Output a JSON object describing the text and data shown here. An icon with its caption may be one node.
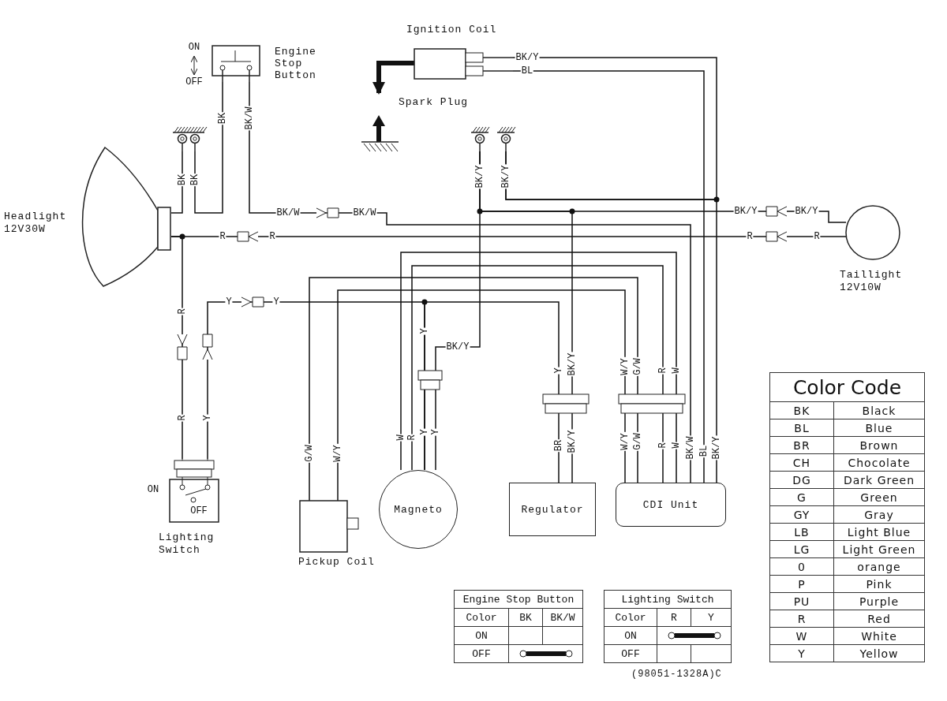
{
  "diagram": {
    "nodes": [
      {
        "text": [
          "Engine Stop Button"
        ]
      },
      {
        "text": [
          "Ignition Coil"
        ]
      },
      {
        "text": [
          "Spark Plug"
        ]
      },
      {
        "text": [
          "Headlight",
          "12V30W"
        ]
      },
      {
        "text": [
          "Taillight",
          "12V10W"
        ]
      },
      {
        "text": [
          "Lighting Switch"
        ]
      },
      {
        "text": [
          "Pickup Coil"
        ]
      },
      {
        "text": [
          "Magneto"
        ]
      },
      {
        "text": [
          "Regulator"
        ]
      },
      {
        "text": [
          "CDI Unit"
        ]
      },
      {
        "text": [],
        "shape": "ground"
      },
      {
        "text": [],
        "shape": "ground"
      },
      {
        "text": [],
        "shape": "ground"
      }
    ],
    "edges": [
      {
        "from": 10,
        "to": 3,
        "arrow": "none",
        "label": "BK"
      },
      {
        "from": 10,
        "to": 0,
        "arrow": "none",
        "label": "BK"
      },
      {
        "from": 0,
        "to": 9,
        "arrow": "none",
        "label": "BK/W"
      },
      {
        "from": 3,
        "to": 4,
        "arrow": "none",
        "label": "R"
      },
      {
        "from": 3,
        "to": 5,
        "arrow": "none",
        "label": "R"
      },
      {
        "from": 5,
        "to": 7,
        "arrow": "none",
        "label": "Y"
      },
      {
        "from": 7,
        "to": 8,
        "arrow": "none",
        "label": "Y"
      },
      {
        "from": 6,
        "to": 9,
        "arrow": "none",
        "label": "G/W"
      },
      {
        "from": 6,
        "to": 9,
        "arrow": "none",
        "label": "W/Y"
      },
      {
        "from": 7,
        "to": 9,
        "arrow": "none",
        "label": "W"
      },
      {
        "from": 7,
        "to": 9,
        "arrow": "none",
        "label": "R"
      },
      {
        "from": 11,
        "to": 7,
        "arrow": "none",
        "label": "BK/Y"
      },
      {
        "from": 11,
        "to": 8,
        "arrow": "none",
        "label": "BK/Y"
      },
      {
        "from": 11,
        "to": 4,
        "arrow": "none",
        "label": "BK/Y"
      },
      {
        "from": 12,
        "to": 1,
        "arrow": "none",
        "label": "BK/Y"
      },
      {
        "from": 12,
        "to": 9,
        "arrow": "none",
        "label": "BK/Y"
      },
      {
        "from": 1,
        "to": 9,
        "arrow": "none",
        "label": "BL"
      },
      {
        "from": 1,
        "to": 2,
        "arrow": "to",
        "style": "thick"
      }
    ],
    "labels": [
      "ON",
      "OFF",
      "BK",
      "BK/W",
      "BK/W",
      "BK/Y",
      "BK/Y",
      "BK/Y",
      "R",
      "R",
      "R",
      "Y",
      "R",
      "Y",
      "Y",
      "W/Y",
      "G/W",
      "R",
      "W",
      "Y",
      "Y",
      "BR",
      "BK/Y",
      "W/Y",
      "G/W",
      "R",
      "W",
      "BK/W",
      "BL",
      "ON",
      "OFF",
      "Engine Stop Button",
      "Color",
      "BK",
      "BK/W",
      "ON",
      "OFF",
      "Lighting Switch",
      "Color",
      "R",
      "Y",
      "ON",
      "OFF",
      "(98051-1328A)C",
      "Color Code",
      "BK",
      "Black",
      "BL",
      "Blue",
      "BR",
      "Brown",
      "CH",
      "Chocolate",
      "DG",
      "Dark Green",
      "G",
      "Green",
      "GY",
      "Gray",
      "LB",
      "Light Blue",
      "LG",
      "Light Green",
      "0",
      "orange",
      "P",
      "Pink",
      "PU",
      "Purple",
      "R",
      "Red",
      "W",
      "White",
      "Y",
      "Yellow"
    ]
  }
}
